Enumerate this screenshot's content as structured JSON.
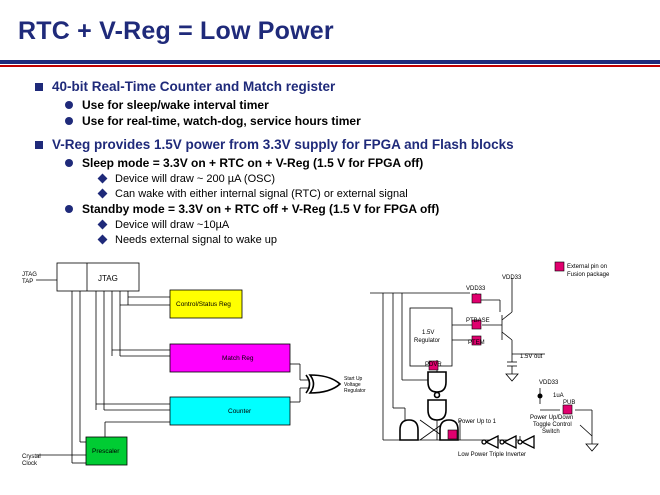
{
  "title": "RTC + V-Reg = Low Power",
  "bullets": [
    {
      "text": "40-bit Real-Time Counter and Match register",
      "sub": [
        {
          "text": "Use for sleep/wake interval timer",
          "sub": []
        },
        {
          "text": "Use for real-time, watch-dog, service hours timer",
          "sub": []
        }
      ]
    },
    {
      "text": "V-Reg provides 1.5V power from 3.3V supply for FPGA and Flash blocks",
      "sub": [
        {
          "text": "Sleep mode = 3.3V on + RTC on + V-Reg (1.5 V for FPGA off)",
          "sub": [
            "Device will draw ~ 200 µA (OSC)",
            "Can wake with either internal signal (RTC) or external signal"
          ]
        },
        {
          "text": "Standby mode = 3.3V on + RTC off + V-Reg (1.5 V for FPGA off)",
          "sub": [
            "Device will draw ~10µA",
            "Needs external signal to wake up"
          ]
        }
      ]
    }
  ],
  "diagram_left": {
    "jtag_tap": [
      "JTAG",
      "TAP"
    ],
    "jtag_block": "JTAG",
    "control_status_reg": "Control/Status Reg",
    "match_reg": "Match Reg",
    "counter": "Counter",
    "prescaler": "Prescaler",
    "crystal_clock": [
      "Crystal",
      "Clock"
    ],
    "startup_label": [
      "Start Up",
      "Voltage",
      "Regulator"
    ],
    "colors": {
      "control_status": "#ffff00",
      "match": "#ff00ff",
      "counter": "#00ffff",
      "prescaler": "#00cc33"
    }
  },
  "diagram_right": {
    "legend_text": [
      "External pin on",
      "Fusion package"
    ],
    "legend_color": "#e0006e",
    "vdd33_a": "VDD33",
    "vdd33_b": "VDD33",
    "vdd33_c": "VDD33",
    "regulator": [
      "1.5V",
      "Regulator"
    ],
    "ptbase": "PTBASE",
    "ptem": "PTEM",
    "out_label": "1.5V out",
    "pdvr": "PDVR",
    "power_up": "Power Up to 1",
    "current": "1uA",
    "pub": "PUB",
    "toggle": [
      "Power Up/Down",
      "Toggle Control",
      "Switch"
    ],
    "inverter": "Low Power Triple Inverter"
  }
}
